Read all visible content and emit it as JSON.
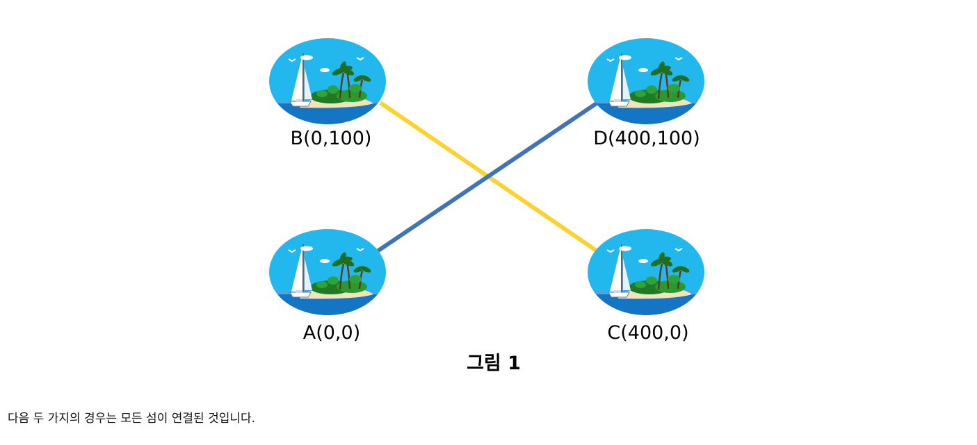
{
  "figure": {
    "caption": "그림 1",
    "nodes": [
      {
        "id": "B",
        "label": "B(0,100)"
      },
      {
        "id": "D",
        "label": "D(400,100)"
      },
      {
        "id": "A",
        "label": "A(0,0)"
      },
      {
        "id": "C",
        "label": "C(400,0)"
      }
    ],
    "edges": [
      {
        "from": "B",
        "to": "C",
        "color": "#FCD22F"
      },
      {
        "from": "A",
        "to": "D",
        "color": "#3F74B8"
      }
    ],
    "colors": {
      "sky": "#22B8EE",
      "sea": "#1475C5",
      "sand": "#F2E4B8",
      "palm": "#1F8A2A"
    }
  },
  "text": {
    "description": "다음 두 가지의 경우는 모든 섬이 연결된 것입니다."
  }
}
